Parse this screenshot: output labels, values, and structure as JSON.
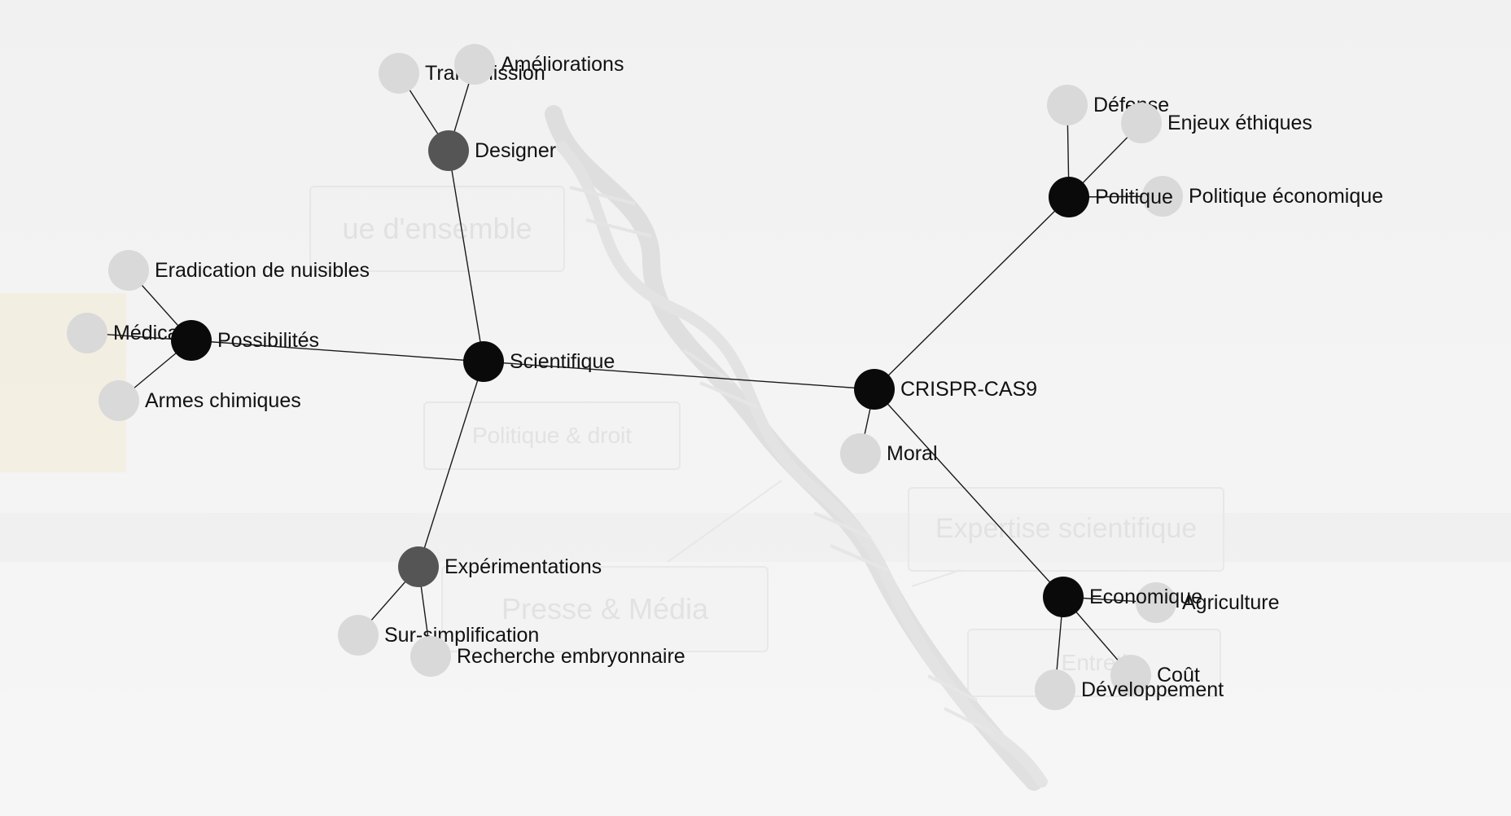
{
  "background": {
    "boxes": [
      {
        "text": "ue d'ensemble"
      },
      {
        "text": "Politique & droit"
      },
      {
        "text": "Expertise scientifique"
      },
      {
        "text": "Presse & Média"
      },
      {
        "text": "Entreti"
      }
    ]
  },
  "colors": {
    "node_primary": "#0a0a0a",
    "node_secondary": "#555555",
    "node_leaf": "#d9d9d9",
    "edge": "#1a1a1a",
    "label": "#111111"
  },
  "nodes": [
    {
      "id": "crispr",
      "label": "CRISPR-CAS9",
      "level": "primary"
    },
    {
      "id": "scientifique",
      "label": "Scientifique",
      "level": "primary"
    },
    {
      "id": "possibilites",
      "label": "Possibilités",
      "level": "primary"
    },
    {
      "id": "designer",
      "label": "Designer",
      "level": "secondary"
    },
    {
      "id": "experimentations",
      "label": "Expérimentations",
      "level": "secondary"
    },
    {
      "id": "politique",
      "label": "Politique",
      "level": "primary"
    },
    {
      "id": "economique",
      "label": "Economique",
      "level": "primary"
    },
    {
      "id": "moral",
      "label": "Moral",
      "level": "leaf"
    },
    {
      "id": "transmission",
      "label": "Transmission",
      "level": "leaf"
    },
    {
      "id": "ameliorations",
      "label": "Améliorations",
      "level": "leaf"
    },
    {
      "id": "eradication",
      "label": "Eradication de nuisibles",
      "level": "leaf"
    },
    {
      "id": "medicales",
      "label": "Médicales",
      "level": "leaf"
    },
    {
      "id": "armes",
      "label": "Armes chimiques",
      "level": "leaf"
    },
    {
      "id": "sursimplification",
      "label": "Sur-simplification",
      "level": "leaf"
    },
    {
      "id": "recherche",
      "label": "Recherche embryonnaire",
      "level": "leaf"
    },
    {
      "id": "defense",
      "label": "Défense",
      "level": "leaf"
    },
    {
      "id": "enjeux",
      "label": "Enjeux éthiques",
      "level": "leaf"
    },
    {
      "id": "polecon",
      "label": "Politique économique",
      "level": "leaf"
    },
    {
      "id": "agriculture",
      "label": "Agriculture",
      "level": "leaf"
    },
    {
      "id": "cout",
      "label": "Coût",
      "level": "leaf"
    },
    {
      "id": "developpement",
      "label": "Développement",
      "level": "leaf"
    }
  ],
  "edges": [
    [
      "crispr",
      "scientifique"
    ],
    [
      "crispr",
      "politique"
    ],
    [
      "crispr",
      "moral"
    ],
    [
      "crispr",
      "economique"
    ],
    [
      "scientifique",
      "designer"
    ],
    [
      "scientifique",
      "possibilites"
    ],
    [
      "scientifique",
      "experimentations"
    ],
    [
      "designer",
      "transmission"
    ],
    [
      "designer",
      "ameliorations"
    ],
    [
      "possibilites",
      "eradication"
    ],
    [
      "possibilites",
      "medicales"
    ],
    [
      "possibilites",
      "armes"
    ],
    [
      "experimentations",
      "sursimplification"
    ],
    [
      "experimentations",
      "recherche"
    ],
    [
      "politique",
      "defense"
    ],
    [
      "politique",
      "enjeux"
    ],
    [
      "politique",
      "polecon"
    ],
    [
      "economique",
      "agriculture"
    ],
    [
      "economique",
      "cout"
    ],
    [
      "economique",
      "developpement"
    ]
  ]
}
